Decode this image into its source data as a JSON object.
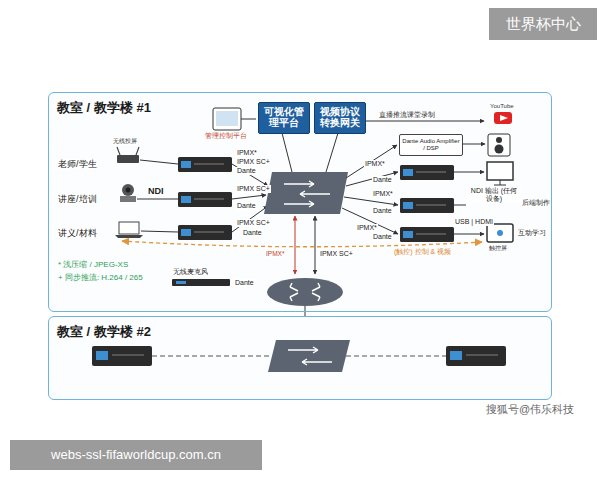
{
  "diagram": {
    "nodes": [
      {
        "text": [
          "教室 / 教学楼 #1"
        ]
      },
      {
        "text": [
          "可视化管理平台"
        ],
        "in": 0
      },
      {
        "text": [
          "视频协议转换网关"
        ],
        "in": 0
      },
      {
        "text": [
          "Dante Audio Amplifier / DSP"
        ],
        "in": 0
      },
      {
        "text": [
          "教室 / 教学楼 #2"
        ]
      }
    ],
    "labels": [
      "世界杯中心",
      "老师/学生",
      "无线投屏",
      "讲座/培训",
      "NDI",
      "讲义/材料",
      "管理控制平台",
      "直播推流课堂录制",
      "YouTube",
      "IPMX*",
      "IPMX SC+",
      "Dante",
      "IPMX SC+",
      "Dante",
      "IPMX SC+",
      "Dante",
      "IPMX*",
      "Dante",
      "IPMX*",
      "Dante",
      "IPMX*",
      "Dante",
      "USB | HDMI",
      "NDI 输出 (任何设备)",
      "后端制作",
      "触控屏",
      "互动学习",
      "(触控) 控制 & 视频",
      "* 浅压缩 / JPEG-XS",
      "+ 同步推流: H.264 / 265",
      "无线麦克风",
      "Dante",
      "IPMX*",
      "IPMX SC+",
      "搜狐号@伟乐科技",
      "webs-ssl-fifaworldcup.com.cn"
    ]
  }
}
